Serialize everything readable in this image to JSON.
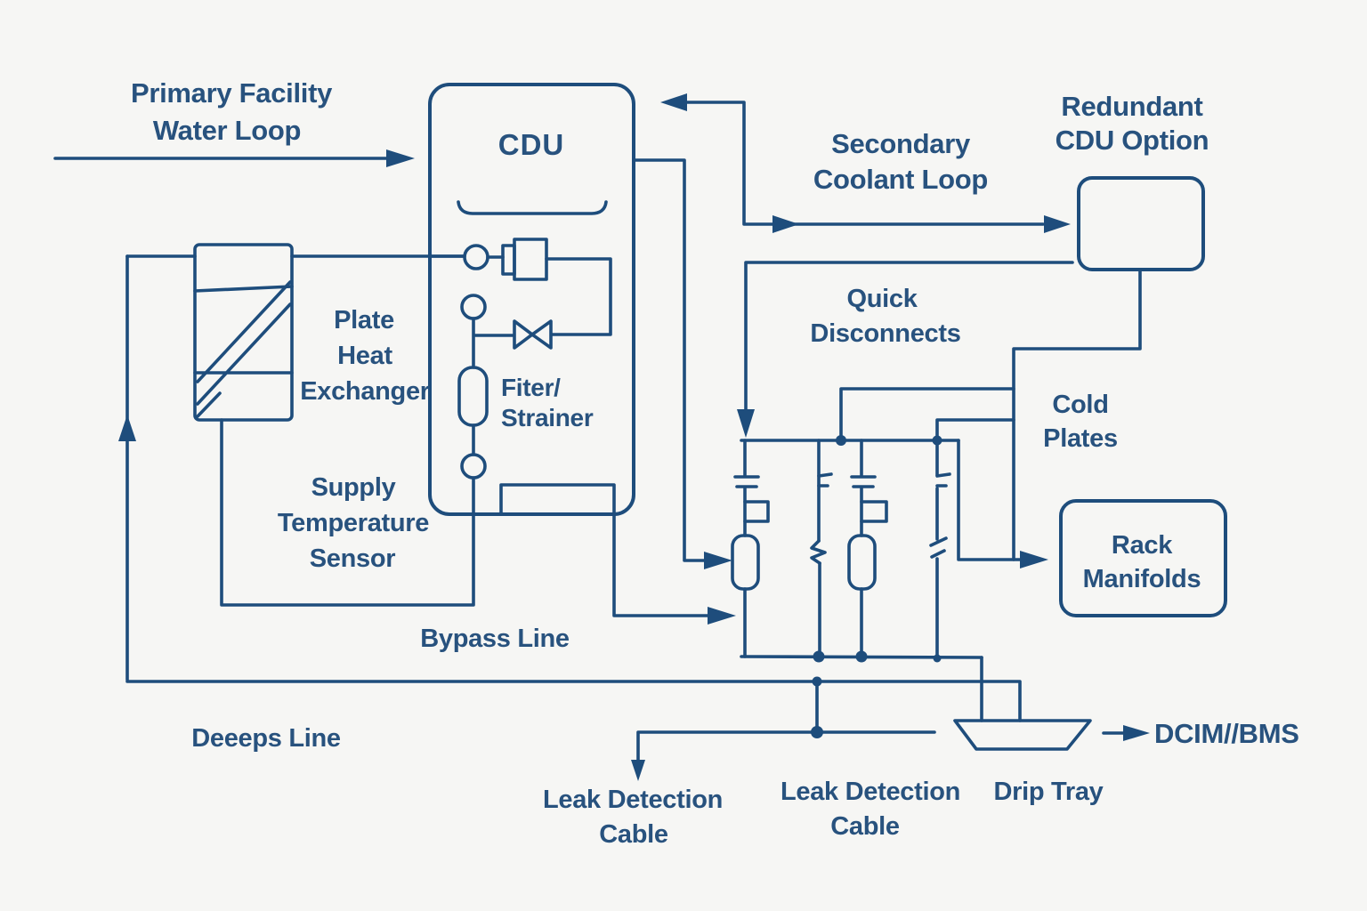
{
  "diagram": {
    "colors": {
      "line": "#1e4d7c",
      "text": "#28527e",
      "background": "#f6f6f4"
    },
    "labels": {
      "primary_loop_line1": "Primary Facility",
      "primary_loop_line2": "Water Loop",
      "cdu": "CDU",
      "secondary_loop_line1": "Secondary",
      "secondary_loop_line2": "Coolant Loop",
      "redundant_cdu_line1": "Redundant",
      "redundant_cdu_line2": "CDU Option",
      "plate_hx_line1": "Plate",
      "plate_hx_line2": "Heat",
      "plate_hx_line3": "Exchanger",
      "filter_line1": "Fiter/",
      "filter_line2": "Strainer",
      "supply_sensor_line1": "Supply",
      "supply_sensor_line2": "Temperature",
      "supply_sensor_line3": "Sensor",
      "quick_disconnects_line1": "Quick",
      "quick_disconnects_line2": "Disconnects",
      "cold_plates_line1": "Cold",
      "cold_plates_line2": "Plates",
      "rack_manifolds_line1": "Rack",
      "rack_manifolds_line2": "Manifolds",
      "bypass_line": "Bypass Line",
      "deeeps_line": "Deeeps Line",
      "leak_detection_1_line1": "Leak Detection",
      "leak_detection_1_line2": "Cable",
      "leak_detection_2_line1": "Leak Detection",
      "leak_detection_2_line2": "Cable",
      "drip_tray": "Drip Tray",
      "dcim_bms": "DCIM//BMS"
    }
  }
}
